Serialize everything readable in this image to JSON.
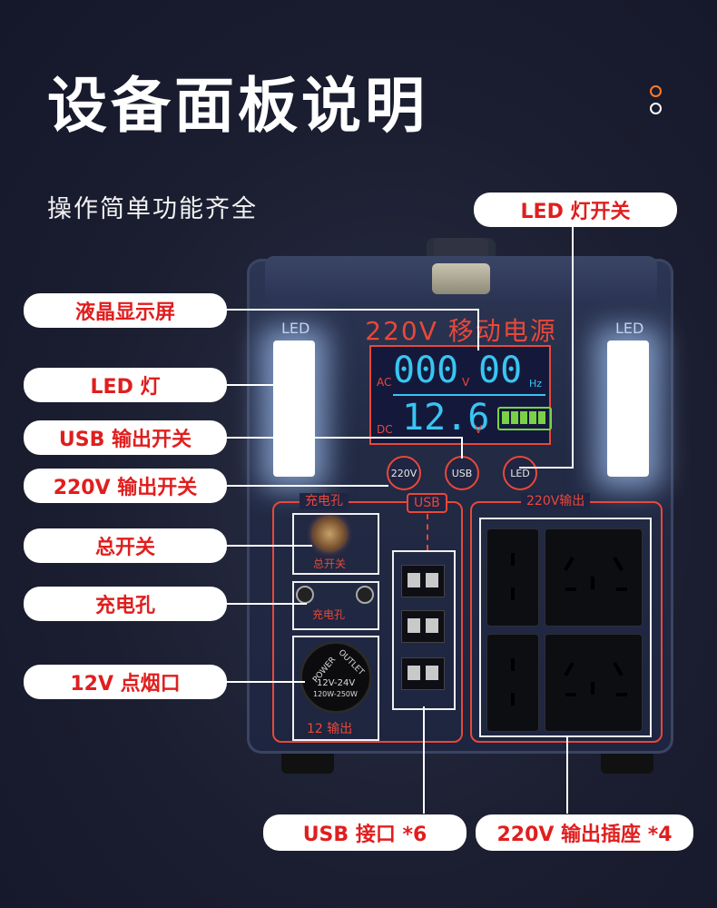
{
  "header": {
    "title": "设备面板说明",
    "subtitle": "操作简单功能齐全"
  },
  "device": {
    "brand": "220V 移动电源",
    "led_left_label": "LED",
    "led_right_label": "LED",
    "lcd": {
      "ac_label": "AC",
      "ac_value": "000",
      "v_unit": "V",
      "hz_value": "00",
      "hz_unit": "Hz",
      "dc_label": "DC",
      "dc_value": "12.6",
      "dc_unit": "V",
      "battery_bars": 5
    },
    "buttons": {
      "ac": "220V",
      "usb": "USB",
      "led": "LED"
    },
    "panels": {
      "charge": "充电孔",
      "usb": "USB",
      "ac_out": "220V输出"
    },
    "main_switch_label": "总开关",
    "charge_port_label": "充电孔",
    "cig": {
      "power": "POWER",
      "outlet": "OUTLET",
      "rating1": "12V-24V",
      "rating2": "120W-250W"
    },
    "cig_label": "12  输出"
  },
  "callouts": {
    "lcd": "液晶显示屏",
    "led_light": "LED 灯",
    "usb_switch": "USB 输出开关",
    "ac_switch": "220V 输出开关",
    "main_switch": "总开关",
    "charge_port": "充电孔",
    "cig": "12V 点烟口",
    "led_switch": "LED 灯开关",
    "usb_ports": "USB 接口 *6",
    "ac_outlets": "220V 输出插座 *4"
  },
  "colors": {
    "accent": "#e01e1e",
    "panel_line": "#e8483a",
    "lcd_text": "#39c5f2",
    "bg": "#1b1e30"
  }
}
